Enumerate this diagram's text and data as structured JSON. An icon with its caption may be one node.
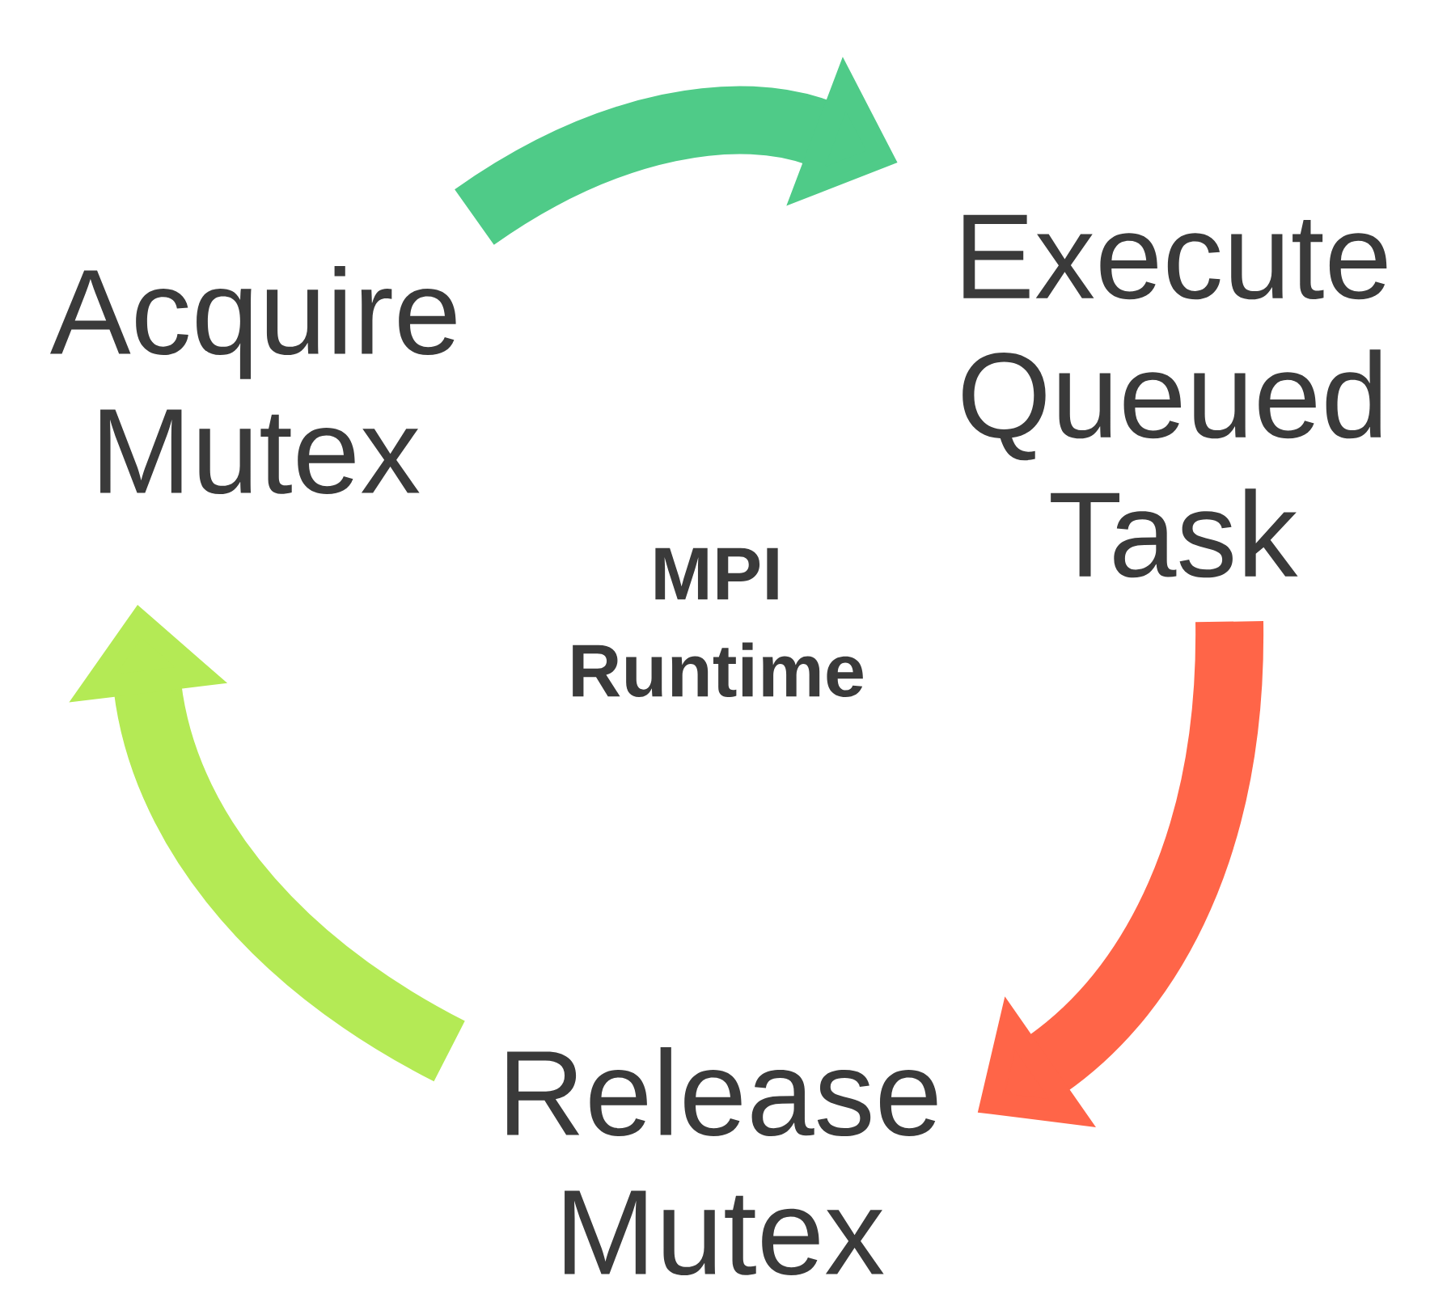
{
  "diagram": {
    "nodes": [
      {
        "text": [
          "Acquire Mutex"
        ]
      },
      {
        "text": [
          "Execute Queued Task"
        ]
      },
      {
        "text": [
          "Release Mutex"
        ]
      }
    ],
    "edges": [
      {
        "from": 0,
        "to": 1,
        "arrow": "to",
        "color": "#4fcb88"
      },
      {
        "from": 1,
        "to": 2,
        "arrow": "to",
        "color": "#ff6548"
      },
      {
        "from": 2,
        "to": 0,
        "arrow": "to",
        "color": "#b4ea55"
      }
    ],
    "labels": [
      "MPI Runtime"
    ]
  }
}
